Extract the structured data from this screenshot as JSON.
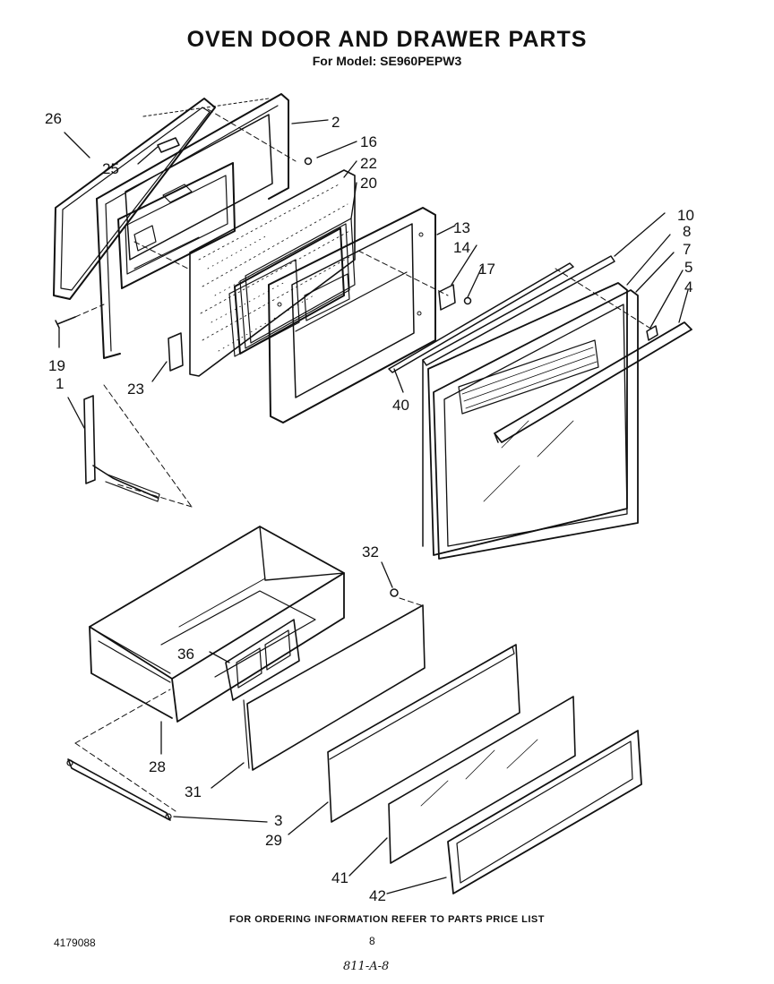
{
  "header": {
    "title": "OVEN DOOR AND DRAWER PARTS",
    "model": "For Model: SE960PEPW3"
  },
  "footer": {
    "ordering": "FOR ORDERING INFORMATION REFER TO PARTS PRICE LIST",
    "doc_number": "4179088",
    "page_number": "8",
    "handwritten": "811-A-8"
  },
  "callouts": {
    "c1": "1",
    "c2": "2",
    "c3": "3",
    "c4": "4",
    "c5": "5",
    "c7": "7",
    "c8": "8",
    "c10": "10",
    "c13": "13",
    "c14": "14",
    "c16": "16",
    "c17": "17",
    "c19": "19",
    "c20": "20",
    "c22": "22",
    "c23": "23",
    "c25": "25",
    "c26": "26",
    "c28": "28",
    "c29": "29",
    "c31": "31",
    "c32": "32",
    "c36": "36",
    "c40": "40",
    "c41": "41",
    "c42": "42"
  }
}
